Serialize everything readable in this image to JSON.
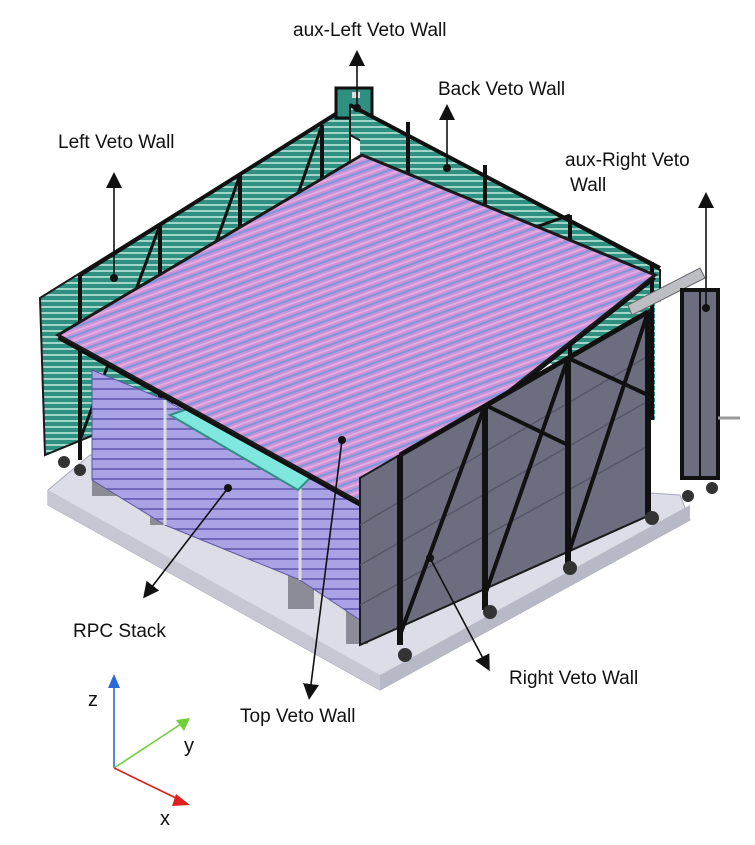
{
  "labels": {
    "aux_left_veto_wall": "aux-Left Veto Wall",
    "back_veto_wall": "Back Veto Wall",
    "left_veto_wall": "Left Veto Wall",
    "aux_right_veto_wall_line1": "aux-Right Veto",
    "aux_right_veto_wall_line2": "Wall",
    "rpc_stack": "RPC Stack",
    "top_veto_wall": "Top Veto Wall",
    "right_veto_wall": "Right Veto Wall"
  },
  "axes": {
    "z": "z",
    "y": "y",
    "x": "x"
  },
  "colors": {
    "veto_panel_teal": "#2f8f80",
    "top_stripe_pink": "#d68ed4",
    "top_stripe_blue": "#6a8fd8",
    "rpc_purple": "#a9a3e6",
    "right_wall_gray": "#6c6e80",
    "base_plate": "#dcdde6",
    "axis_z": "#2a6ad8",
    "axis_y": "#6fd03a",
    "axis_x": "#e02020"
  }
}
